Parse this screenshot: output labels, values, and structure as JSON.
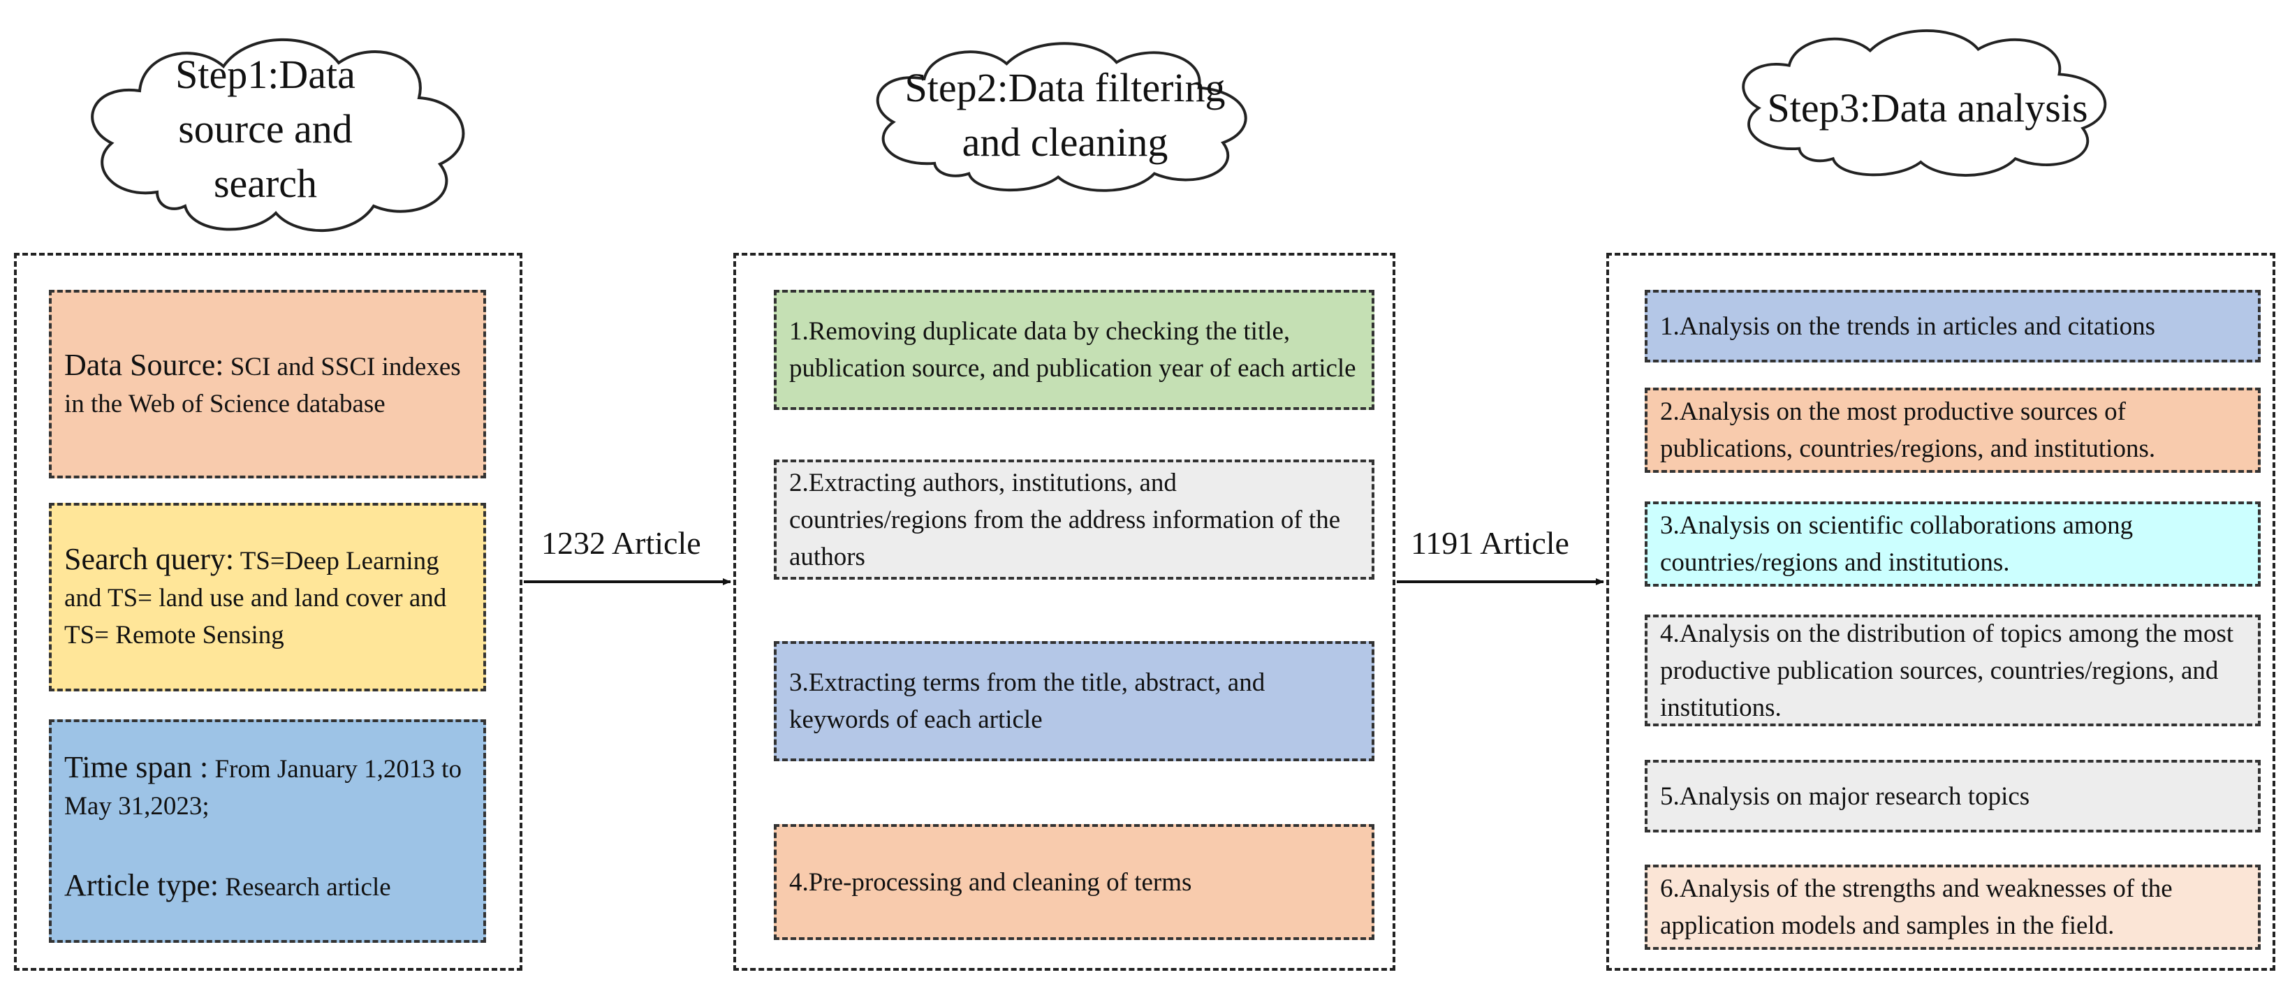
{
  "steps": [
    {
      "title_lines": [
        "Step1:Data",
        "source and",
        "search"
      ],
      "items": [
        {
          "label": "Data Source:",
          "text": " SCI and SSCI indexes in the Web of Science database",
          "color": "#F8CBAD"
        },
        {
          "label": "Search query:",
          "text": " TS=Deep Learning and TS= land use and land cover  and TS= Remote Sensing",
          "color": "#FFE699"
        },
        {
          "label": "Time span :",
          "text": " From January 1,2013 to May 31,2023;",
          "label2": "Article type:",
          "text2": " Research article",
          "color": "#9DC3E6"
        }
      ]
    },
    {
      "title_lines": [
        "Step2:Data filtering",
        "and cleaning"
      ],
      "items": [
        {
          "text": "1.Removing duplicate data by checking the title, publication source, and publication year of each article",
          "color": "#C5E0B4"
        },
        {
          "text": "2.Extracting authors, institutions, and countries/regions from the address information of the authors",
          "color": "#EDEDED"
        },
        {
          "text": "3.Extracting terms from the title, abstract, and keywords of each article",
          "color": "#B4C7E7"
        },
        {
          "text": "4.Pre-processing and cleaning of terms",
          "color": "#F8CBAD"
        }
      ]
    },
    {
      "title_lines": [
        "Step3:Data analysis"
      ],
      "items": [
        {
          "text": "1.Analysis on the trends in articles and citations",
          "color": "#B4C7E7"
        },
        {
          "text": "2.Analysis on the most productive sources of publications, countries/regions, and institutions.",
          "color": "#F8CBAD"
        },
        {
          "text": "3.Analysis on scientific collaborations among countries/regions and institutions.",
          "color": "#CCFFFF"
        },
        {
          "text": "4.Analysis on the distribution of topics among the most productive publication sources, countries/regions, and institutions.",
          "color": "#EDEDED"
        },
        {
          "text": "5.Analysis on   major research topics",
          "color": "#EDEDED"
        },
        {
          "text": "6.Analysis of the strengths and weaknesses of the application models and samples in the field.",
          "color": "#FBE5D6"
        }
      ]
    }
  ],
  "arrows": [
    {
      "label": "1232 Article"
    },
    {
      "label": "1191 Article"
    }
  ]
}
